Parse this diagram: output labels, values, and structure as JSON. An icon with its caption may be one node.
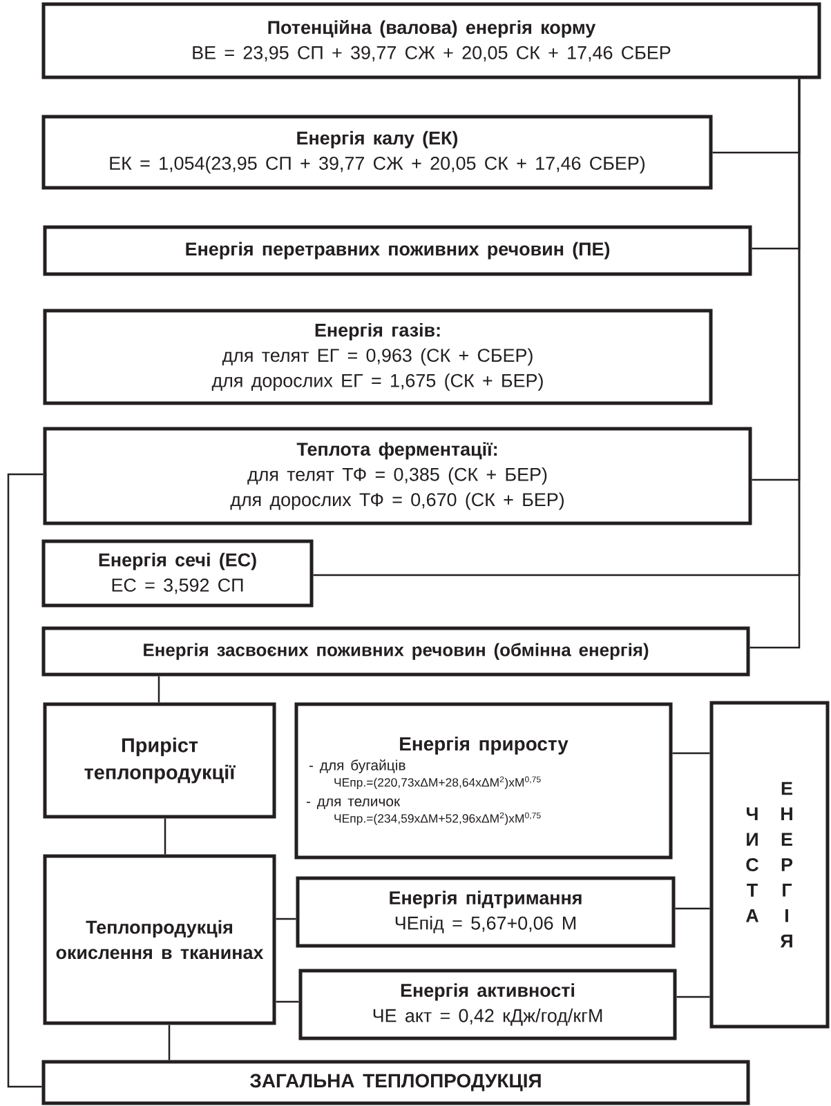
{
  "diagram": {
    "nodes": [
      {
        "text": [
          "Потенційна (валова) енергія корму",
          "ВЕ = 23,95 СП + 39,77 СЖ + 20,05 СК + 17,46 СБЕР"
        ]
      },
      {
        "text": [
          "Енергія калу (ЕК)",
          "ЕК = 1,054(23,95 СП + 39,77 СЖ + 20,05 СК + 17,46 СБЕР)"
        ]
      },
      {
        "text": [
          "Енергія перетравних поживних речовин (ПЕ)"
        ]
      },
      {
        "text": [
          "Енергія газів:",
          "для телят ЕГ = 0,963 (СК + СБЕР)",
          "для дорослих ЕГ = 1,675 (СК + БЕР)"
        ]
      },
      {
        "text": [
          "Теплота ферментації:",
          "для телят ТФ = 0,385 (СК + БЕР)",
          "для дорослих ТФ = 0,670 (СК + БЕР)"
        ]
      },
      {
        "text": [
          "Енергія сечі (ЕС)",
          "ЕС = 3,592 СП"
        ]
      },
      {
        "text": [
          "Енергія засвоєних поживних речовин (обмінна енергія)"
        ]
      },
      {
        "text": [
          "Приріст теплопродукції"
        ]
      },
      {
        "text": [
          "Енергія приросту",
          "- для бугайців",
          "ЧЕпр.=(220,73хΔМ+28,64хΔМ$^{2}$)хМ$^{0,75}$",
          "- для теличок",
          "ЧЕпр.=(234,59хΔМ+52,96хΔМ$^{2}$)хМ$^{0,75}$"
        ]
      },
      {
        "text": [
          "Теплопродукція окислення в тканинах"
        ]
      },
      {
        "text": [
          "Енергія підтримання",
          "ЧЕпід = 5,67+0,06 М"
        ]
      },
      {
        "text": [
          "Енергія активності",
          "ЧЕ акт = 0,42 кДж/год/кгМ"
        ]
      },
      {
        "text": [
          "ЧИСТА",
          "ЕНЕРГІЯ"
        ]
      },
      {
        "text": [
          "ЗАГАЛЬНА ТЕПЛОПРОДУКЦІЯ"
        ]
      }
    ],
    "edges": [
      {
        "from": 0,
        "to": 1,
        "arrow": "none"
      },
      {
        "from": 0,
        "to": 2,
        "arrow": "none"
      },
      {
        "from": 0,
        "to": 4,
        "arrow": "none"
      },
      {
        "from": 0,
        "to": 5,
        "arrow": "none"
      },
      {
        "from": 0,
        "to": 6,
        "arrow": "none"
      },
      {
        "from": 4,
        "to": 13,
        "arrow": "none"
      },
      {
        "from": 6,
        "to": 7,
        "arrow": "none"
      },
      {
        "from": 7,
        "to": 9,
        "arrow": "none"
      },
      {
        "from": 9,
        "to": 13,
        "arrow": "none"
      },
      {
        "from": 9,
        "to": 10,
        "arrow": "none"
      },
      {
        "from": 9,
        "to": 11,
        "arrow": "none"
      },
      {
        "from": 8,
        "to": 12,
        "arrow": "none"
      },
      {
        "from": 10,
        "to": 12,
        "arrow": "none"
      },
      {
        "from": 11,
        "to": 12,
        "arrow": "none"
      }
    ]
  }
}
